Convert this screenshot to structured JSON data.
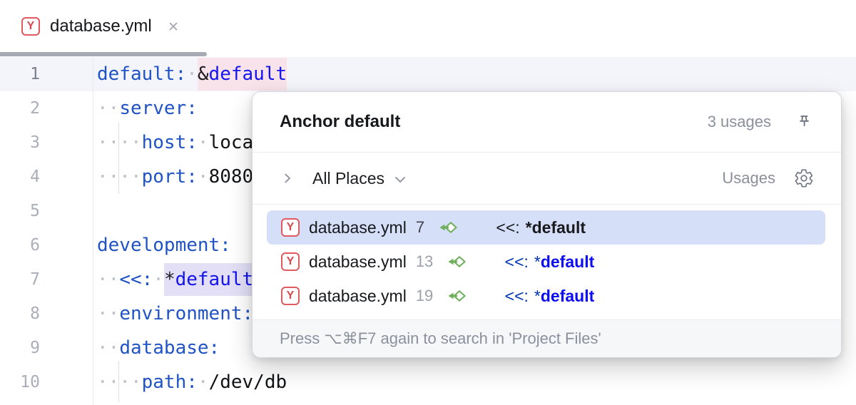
{
  "tab": {
    "filename": "database.yml",
    "file_icon_letter": "Y"
  },
  "editor": {
    "lines": [
      {
        "num": "1",
        "current": true,
        "tokens": [
          {
            "c": "key",
            "t": "default:"
          },
          {
            "c": "ws",
            "t": " "
          },
          {
            "c": "punct",
            "t": "&",
            "hl": "write"
          },
          {
            "c": "anchor",
            "t": "default",
            "hl": "write"
          }
        ]
      },
      {
        "num": "2",
        "tokens": [
          {
            "c": "ws",
            "t": "  "
          },
          {
            "c": "key",
            "t": "server:"
          }
        ]
      },
      {
        "num": "3",
        "tokens": [
          {
            "c": "ws",
            "t": "    "
          },
          {
            "c": "key",
            "t": "host:"
          },
          {
            "c": "ws",
            "t": " "
          },
          {
            "c": "plain",
            "t": "loca"
          }
        ]
      },
      {
        "num": "4",
        "tokens": [
          {
            "c": "ws",
            "t": "    "
          },
          {
            "c": "key",
            "t": "port:"
          },
          {
            "c": "ws",
            "t": " "
          },
          {
            "c": "plain",
            "t": "8080"
          }
        ]
      },
      {
        "num": "5",
        "tokens": []
      },
      {
        "num": "6",
        "tokens": [
          {
            "c": "key",
            "t": "development:"
          }
        ]
      },
      {
        "num": "7",
        "tokens": [
          {
            "c": "ws",
            "t": "  "
          },
          {
            "c": "key",
            "t": "<<:"
          },
          {
            "c": "ws",
            "t": " "
          },
          {
            "c": "punct",
            "t": "*",
            "hl": "read"
          },
          {
            "c": "anchor",
            "t": "default",
            "hl": "read"
          }
        ]
      },
      {
        "num": "8",
        "tokens": [
          {
            "c": "ws",
            "t": "  "
          },
          {
            "c": "key",
            "t": "environment:"
          }
        ]
      },
      {
        "num": "9",
        "tokens": [
          {
            "c": "ws",
            "t": "  "
          },
          {
            "c": "key",
            "t": "database:"
          }
        ]
      },
      {
        "num": "10",
        "tokens": [
          {
            "c": "ws",
            "t": "    "
          },
          {
            "c": "key",
            "t": "path:"
          },
          {
            "c": "ws",
            "t": " "
          },
          {
            "c": "plain",
            "t": "/dev/db"
          }
        ]
      }
    ]
  },
  "popup": {
    "title": "Anchor default",
    "usage_count": "3 usages",
    "scope": {
      "label": "All Places"
    },
    "tab_label": "Usages",
    "file_icon_letter": "Y",
    "rows": [
      {
        "file": "database.yml",
        "line": "7",
        "selected": true,
        "code": {
          "prefix": "<<:",
          "star": "*",
          "ref": "default"
        }
      },
      {
        "file": "database.yml",
        "line": "13",
        "selected": false,
        "code": {
          "prefix": "<<:",
          "star": "*",
          "ref": "default"
        }
      },
      {
        "file": "database.yml",
        "line": "19",
        "selected": false,
        "code": {
          "prefix": "<<:",
          "star": "*",
          "ref": "default"
        }
      }
    ],
    "footer": "Press ⌥⌘F7 again to search in 'Project Files'"
  },
  "icons": {
    "file_type": "yaml-icon",
    "usage_kind": "read-access-arrow-icon",
    "header_action": "pin-icon",
    "settings": "gear-icon"
  },
  "colors": {
    "selection_row": "#D5DFF8",
    "write_usage_highlight": "#F8E3EA",
    "read_usage_highlight": "#E2DFF6",
    "yaml_key_blue": "#2053C5",
    "anchor_blue": "#1414EF",
    "file_icon_red": "#DE5257",
    "read_access_green": "#6FAE5B",
    "active_tab_indicator": "#A6ABB5"
  }
}
